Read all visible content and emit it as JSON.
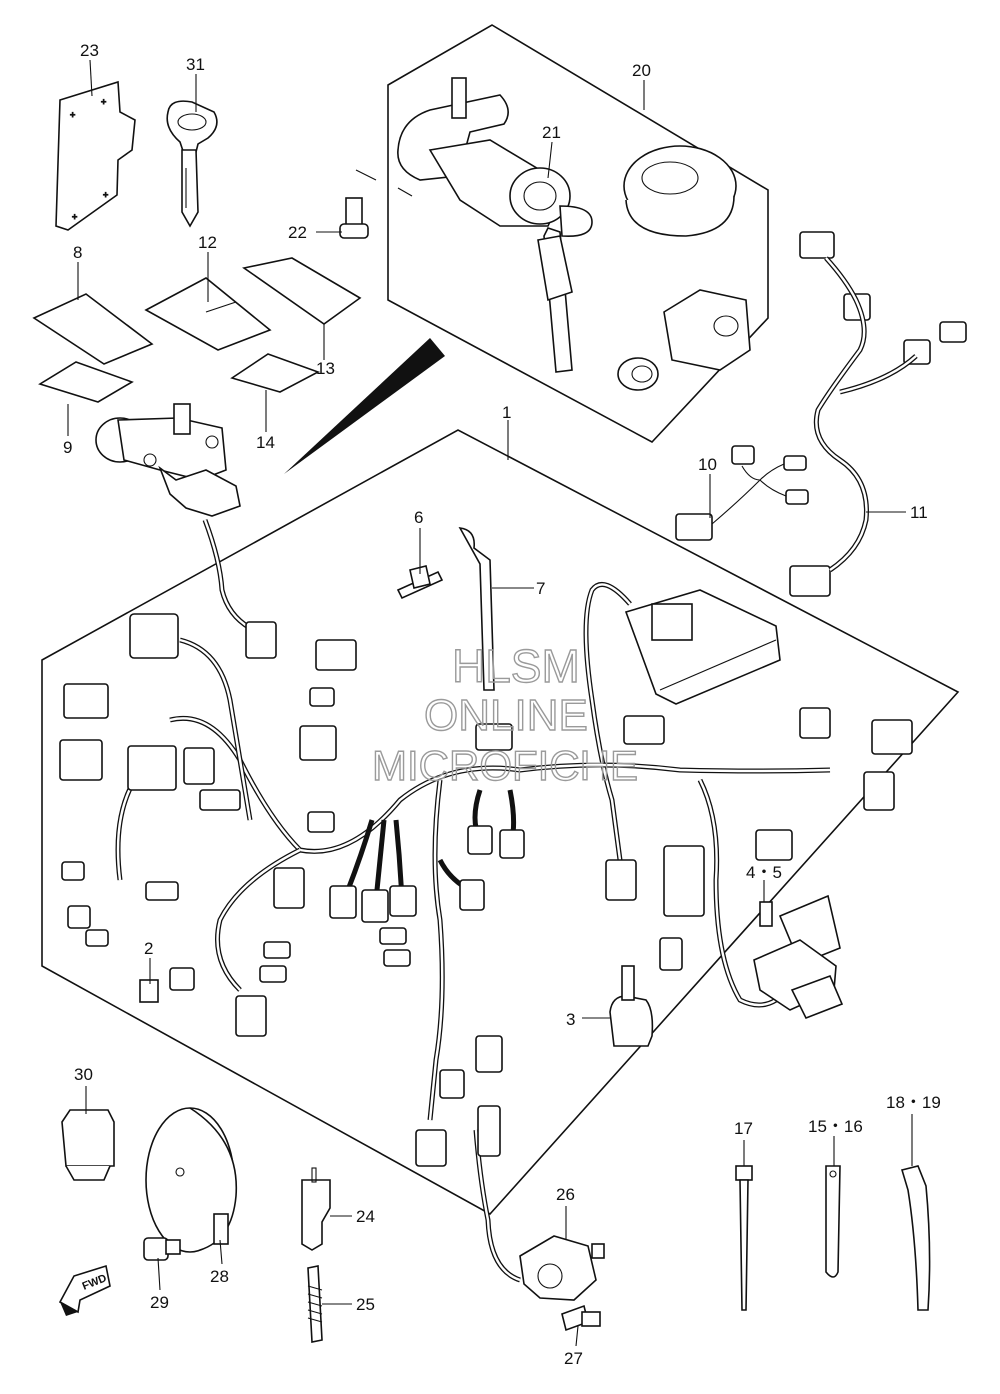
{
  "diagram": {
    "title": "",
    "callouts": {
      "p1": "1",
      "p2": "2",
      "p3": "3",
      "p4_5": "4・5",
      "p6": "6",
      "p7": "7",
      "p8": "8",
      "p9": "9",
      "p10": "10",
      "p11": "11",
      "p12": "12",
      "p13": "13",
      "p14": "14",
      "p15_16": "15・16",
      "p17": "17",
      "p18_19": "18・19",
      "p20": "20",
      "p21": "21",
      "p22": "22",
      "p23": "23",
      "p24": "24",
      "p25": "25",
      "p26": "26",
      "p27": "27",
      "p28": "28",
      "p29": "29",
      "p30": "30",
      "p31": "31"
    },
    "watermark": {
      "line1": "HLSM",
      "line2": "ONLINE",
      "line3": "MICROFICHE"
    },
    "fwd_label": "FWD"
  }
}
